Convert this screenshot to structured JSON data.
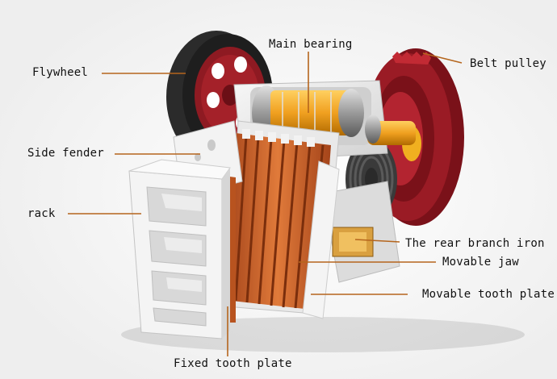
{
  "labels": {
    "flywheel": "Flywheel",
    "main_bearing": "Main bearing",
    "belt_pulley": "Belt pulley",
    "side_fender": "Side fender",
    "rack": "rack",
    "rear_branch_iron": "The rear branch iron",
    "movable_jaw": "Movable jaw",
    "movable_tooth_plate": "Movable tooth plate",
    "fixed_tooth_plate": "Fixed tooth plate"
  },
  "colors": {
    "leader_line": "#b5651d",
    "flywheel_rim": "#2b2b2b",
    "wheel_red": "#9a1b25",
    "bearing_orange": "#f0a020",
    "tooth_copper": "#c8602a",
    "frame_grey": "#e6e6e6"
  }
}
